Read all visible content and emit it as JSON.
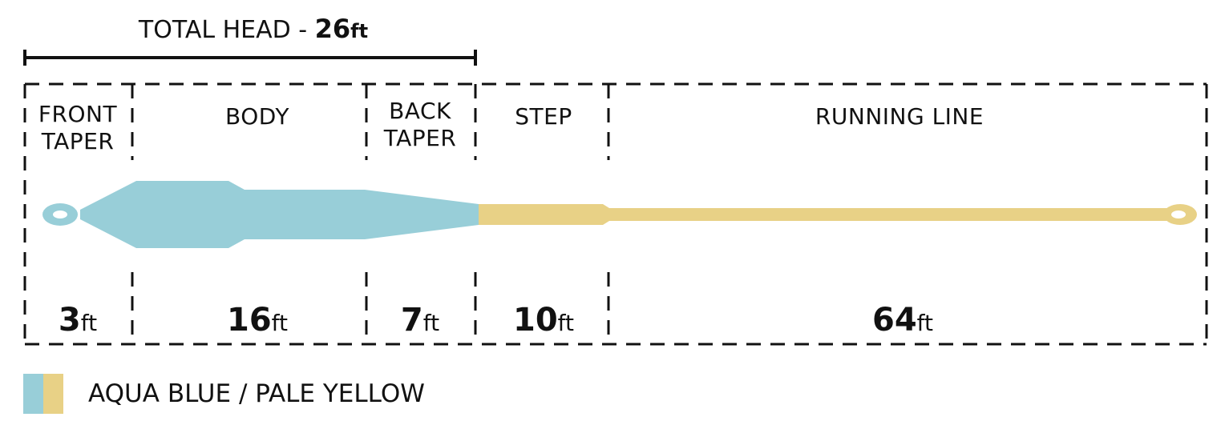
{
  "header": {
    "title_prefix": "TOTAL HEAD - ",
    "title_value": "26",
    "title_unit": "ft"
  },
  "sections": [
    {
      "label_lines": [
        "FRONT",
        "TAPER"
      ],
      "length": "3",
      "unit": "ft"
    },
    {
      "label_lines": [
        "BODY"
      ],
      "length": "16",
      "unit": "ft"
    },
    {
      "label_lines": [
        "BACK",
        "TAPER"
      ],
      "length": "7",
      "unit": "ft"
    },
    {
      "label_lines": [
        "STEP"
      ],
      "length": "10",
      "unit": "ft"
    },
    {
      "label_lines": [
        "RUNNING LINE"
      ],
      "length": "64",
      "unit": "ft"
    }
  ],
  "legend": {
    "label": "AQUA BLUE / PALE YELLOW"
  },
  "colors": {
    "aqua": "#98ced8",
    "yellow": "#e8d186",
    "ink": "#111111"
  }
}
